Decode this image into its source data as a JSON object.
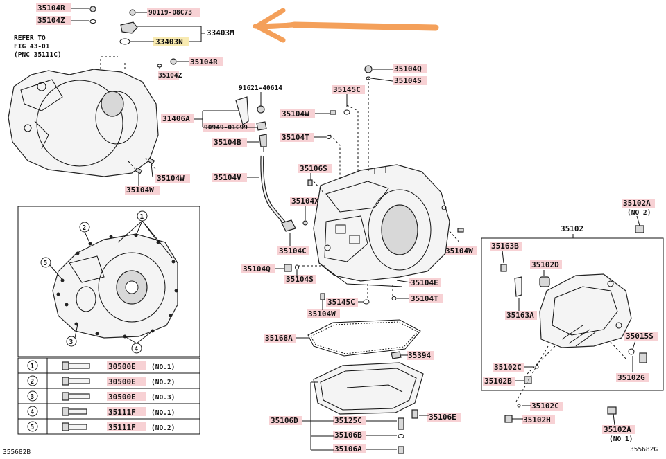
{
  "figure_codes": {
    "left": "355682B",
    "right": "355682G"
  },
  "reference_note": [
    "REFER TO",
    "FIG 43-01",
    "(PNC 35111C)"
  ],
  "labels": {
    "p35104R_top": "35104R",
    "p35104Z_top": "35104Z",
    "p90119": "90119-08C73",
    "p33403M": "33403M",
    "p33403N": "33403N",
    "p35104R_mid": "35104R",
    "p35104Z_mid": "35104Z",
    "p31406A": "31406A",
    "p91621": "91621-40614",
    "p90949": "90949-01C99",
    "p35104B": "35104B",
    "p35104V": "35104V",
    "p35104W_a": "35104W",
    "p35104W_b": "35104W",
    "p35104Q_top": "35104Q",
    "p35104S_top": "35104S",
    "p35145C_top": "35145C",
    "p35104W_c": "35104W",
    "p35104T_top": "35104T",
    "p35106S": "35106S",
    "p35104X": "35104X",
    "p35104C": "35104C",
    "p35104Q_low": "35104Q",
    "p35104S_low": "35104S",
    "p35104E": "35104E",
    "p35104W_d": "35104W",
    "p35145C_low": "35145C",
    "p35104T_low": "35104T",
    "p35104W_e": "35104W",
    "p35168A": "35168A",
    "p35394": "35394",
    "p35106D": "35106D",
    "p35125C": "35125C",
    "p35106E": "35106E",
    "p35106B": "35106B",
    "p35106A": "35106A",
    "p35102A_top": "35102A",
    "p35102A_top_note": "(NO 2)",
    "p35102": "35102",
    "p35163B": "35163B",
    "p35102D": "35102D",
    "p35163A": "35163A",
    "p35015S": "35015S",
    "p35102G": "35102G",
    "p35102C_a": "35102C",
    "p35102B": "35102B",
    "p35102C_b": "35102C",
    "p35102H": "35102H",
    "p35102A_low": "35102A",
    "p35102A_low_note": "(NO 1)"
  },
  "callouts": [
    "1",
    "2",
    "3",
    "4",
    "5"
  ],
  "bolt_table": [
    {
      "num": "1",
      "part": "30500E",
      "note": "(NO.1)"
    },
    {
      "num": "2",
      "part": "30500E",
      "note": "(NO.2)"
    },
    {
      "num": "3",
      "part": "30500E",
      "note": "(NO.3)"
    },
    {
      "num": "4",
      "part": "35111F",
      "note": "(NO.1)"
    },
    {
      "num": "5",
      "part": "35111F",
      "note": "(NO.2)"
    }
  ],
  "colors": {
    "highlight_red": "#f6c9cc",
    "highlight_yellow": "#f7e8a8",
    "arrow": "#f4a05a",
    "line": "#111111"
  }
}
